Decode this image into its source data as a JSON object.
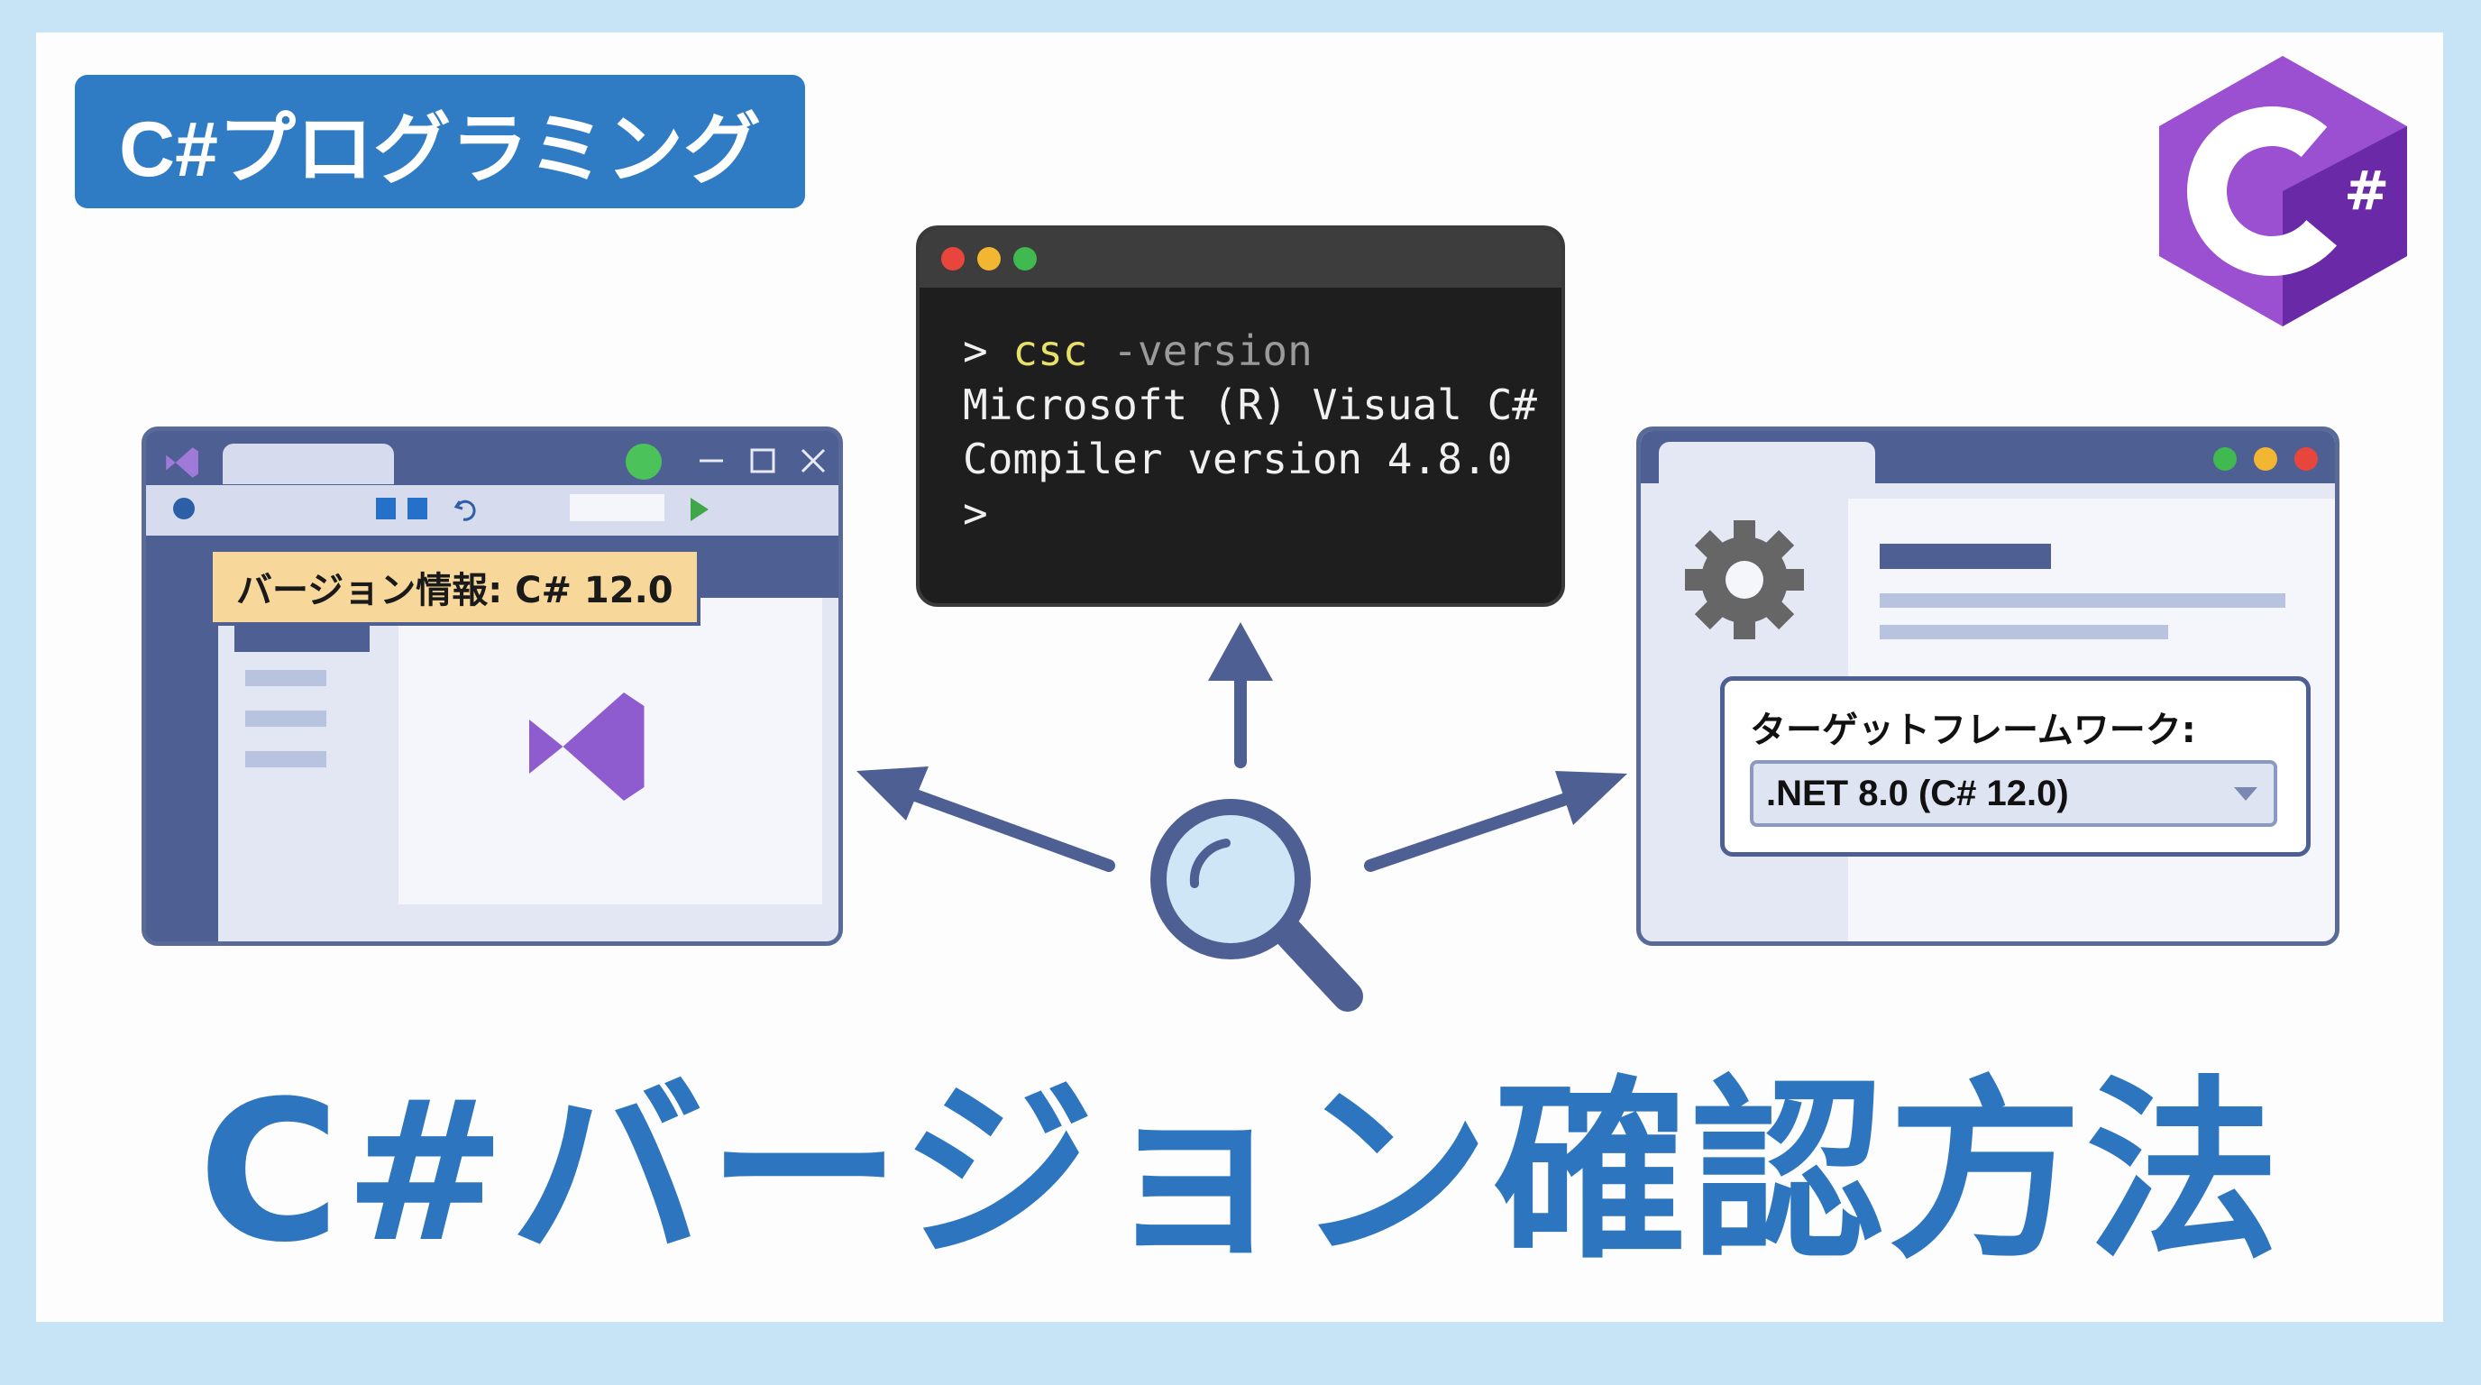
{
  "badge": {
    "label": "C#プログラミング"
  },
  "logo": {
    "text": "#",
    "colors": {
      "light": "#9b4fd1",
      "dark": "#6a2aa8"
    }
  },
  "terminal": {
    "prompt": ">",
    "command": "csc",
    "arg": "-version",
    "output_line1": "Microsoft (R) Visual C#",
    "output_line2": "Compiler version 4.8.0",
    "prompt2": ">"
  },
  "left_window": {
    "callout": "バージョン情報: C# 12.0"
  },
  "right_window": {
    "label": "ターゲットフレームワーク:",
    "select_value": ".NET 8.0 (C# 12.0)"
  },
  "main_title": "C#バージョン確認方法",
  "colors": {
    "accent": "#2e75bf",
    "window": "#4e5f93"
  }
}
